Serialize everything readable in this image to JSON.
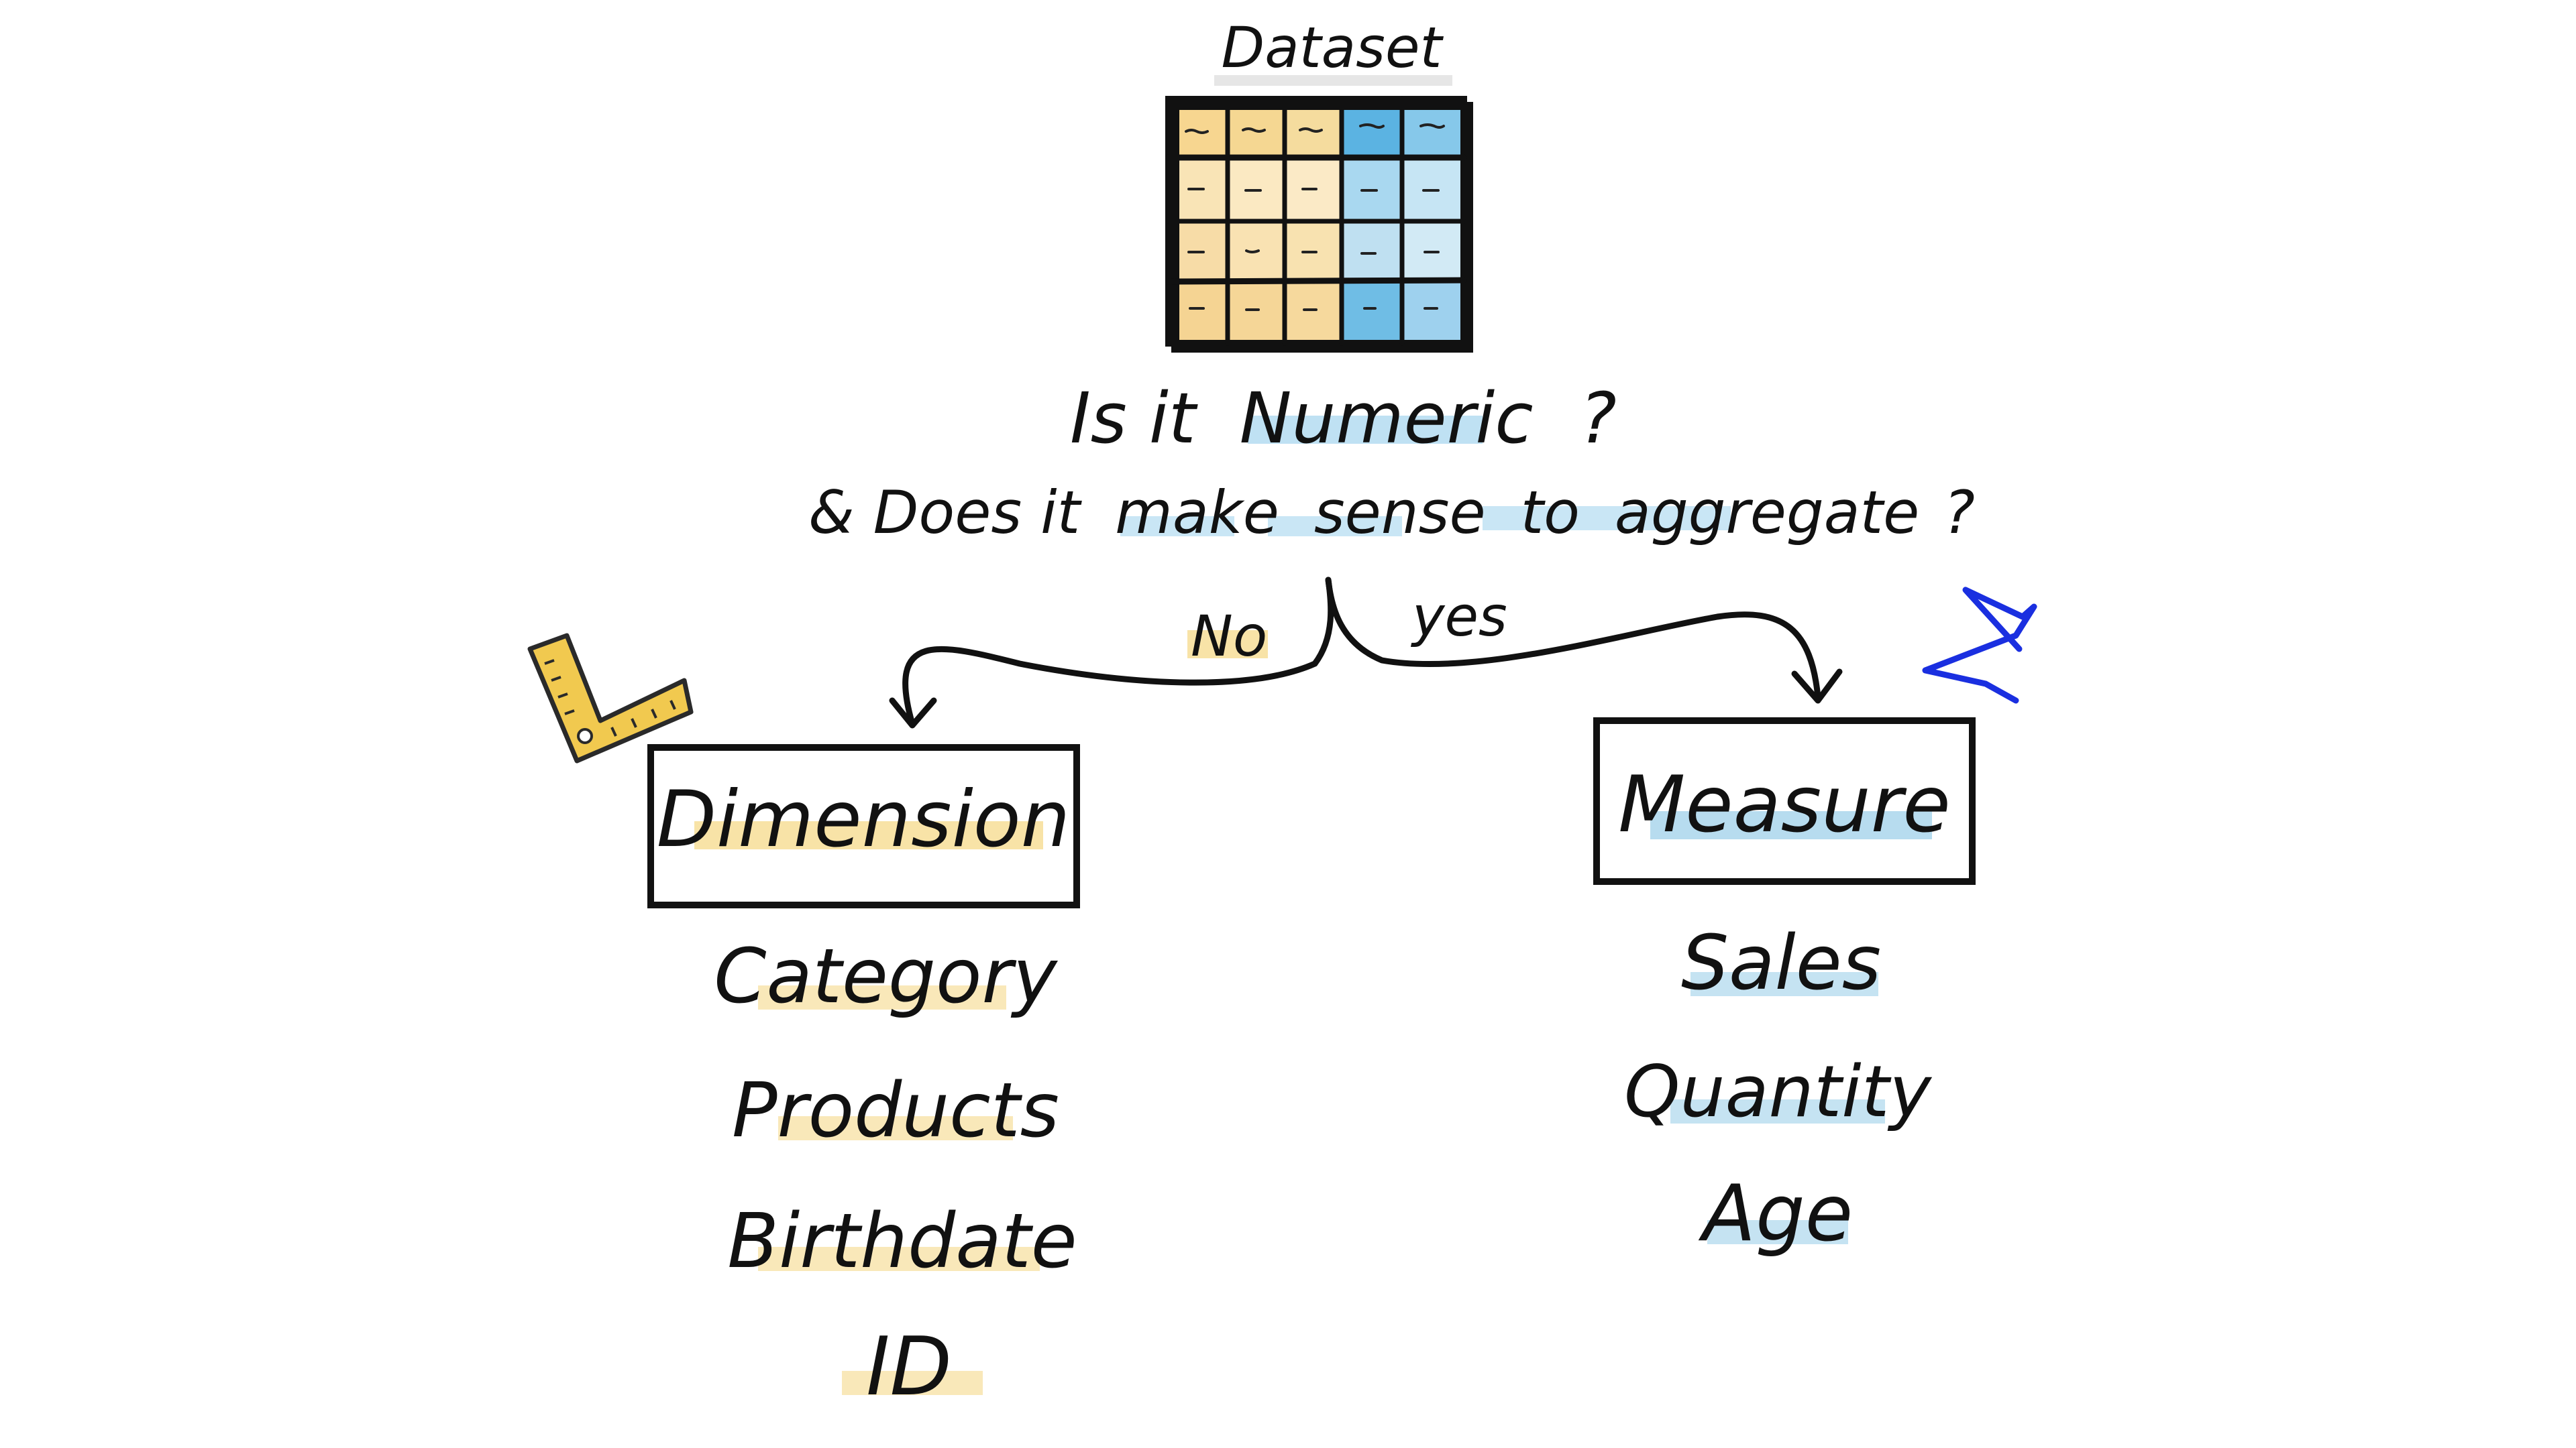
{
  "dataset_title": "Dataset",
  "question": {
    "line1_prefix": "Is it",
    "line1_highlight": "Numeric",
    "line1_suffix": "?",
    "line2_prefix": "& Does it",
    "line2_w1": "make",
    "line2_w2": "sense",
    "line2_w3": "to",
    "line2_w4": "aggregate",
    "line2_suffix": "?"
  },
  "branch": {
    "no_label": "No",
    "yes_label": "yes"
  },
  "dimension": {
    "title": "Dimension",
    "items": [
      "Category",
      "Products",
      "Birthdate",
      "ID"
    ]
  },
  "measure": {
    "title": "Measure",
    "items": [
      "Sales",
      "Quantity",
      "Age"
    ]
  },
  "icons": {
    "dimension_icon": "ruler-square-icon",
    "measure_icon": "sigma-icon"
  },
  "colors": {
    "ink": "#111111",
    "dimension_highlight": "#f5d98a",
    "measure_highlight": "#9fd0ea",
    "sigma": "#1a2fe0",
    "ruler_fill": "#f1c94f",
    "ruler_stroke": "#2a2a2a"
  }
}
